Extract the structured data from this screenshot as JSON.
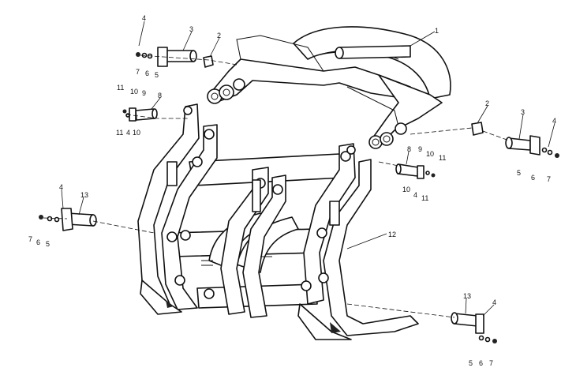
{
  "callouts": [
    {
      "id": "c1",
      "text": "1"
    },
    {
      "id": "c2a",
      "text": "2"
    },
    {
      "id": "c3a",
      "text": "3"
    },
    {
      "id": "c4a",
      "text": "4"
    },
    {
      "id": "c7a",
      "text": "7"
    },
    {
      "id": "c6a",
      "text": "6"
    },
    {
      "id": "c5a",
      "text": "5"
    },
    {
      "id": "c11a",
      "text": "11"
    },
    {
      "id": "c10a",
      "text": "10"
    },
    {
      "id": "c9a",
      "text": "9"
    },
    {
      "id": "c8a",
      "text": "8"
    },
    {
      "id": "c11b",
      "text": "11"
    },
    {
      "id": "c4b",
      "text": "4"
    },
    {
      "id": "c10b",
      "text": "10"
    },
    {
      "id": "c2b",
      "text": "2"
    },
    {
      "id": "c3b",
      "text": "3"
    },
    {
      "id": "c4c",
      "text": "4"
    },
    {
      "id": "c5b",
      "text": "5"
    },
    {
      "id": "c6b",
      "text": "6"
    },
    {
      "id": "c7b",
      "text": "7"
    },
    {
      "id": "c8b",
      "text": "8"
    },
    {
      "id": "c9b",
      "text": "9"
    },
    {
      "id": "c10c",
      "text": "10"
    },
    {
      "id": "c11c",
      "text": "11"
    },
    {
      "id": "c10d",
      "text": "10"
    },
    {
      "id": "c4d",
      "text": "4"
    },
    {
      "id": "c11d",
      "text": "11"
    },
    {
      "id": "c4e",
      "text": "4"
    },
    {
      "id": "c13a",
      "text": "13"
    },
    {
      "id": "c7c",
      "text": "7"
    },
    {
      "id": "c6c",
      "text": "6"
    },
    {
      "id": "c5c",
      "text": "5"
    },
    {
      "id": "c12",
      "text": "12"
    },
    {
      "id": "c13b",
      "text": "13"
    },
    {
      "id": "c4f",
      "text": "4"
    },
    {
      "id": "c5d",
      "text": "5"
    },
    {
      "id": "c6d",
      "text": "6"
    },
    {
      "id": "c7d",
      "text": "7"
    }
  ]
}
